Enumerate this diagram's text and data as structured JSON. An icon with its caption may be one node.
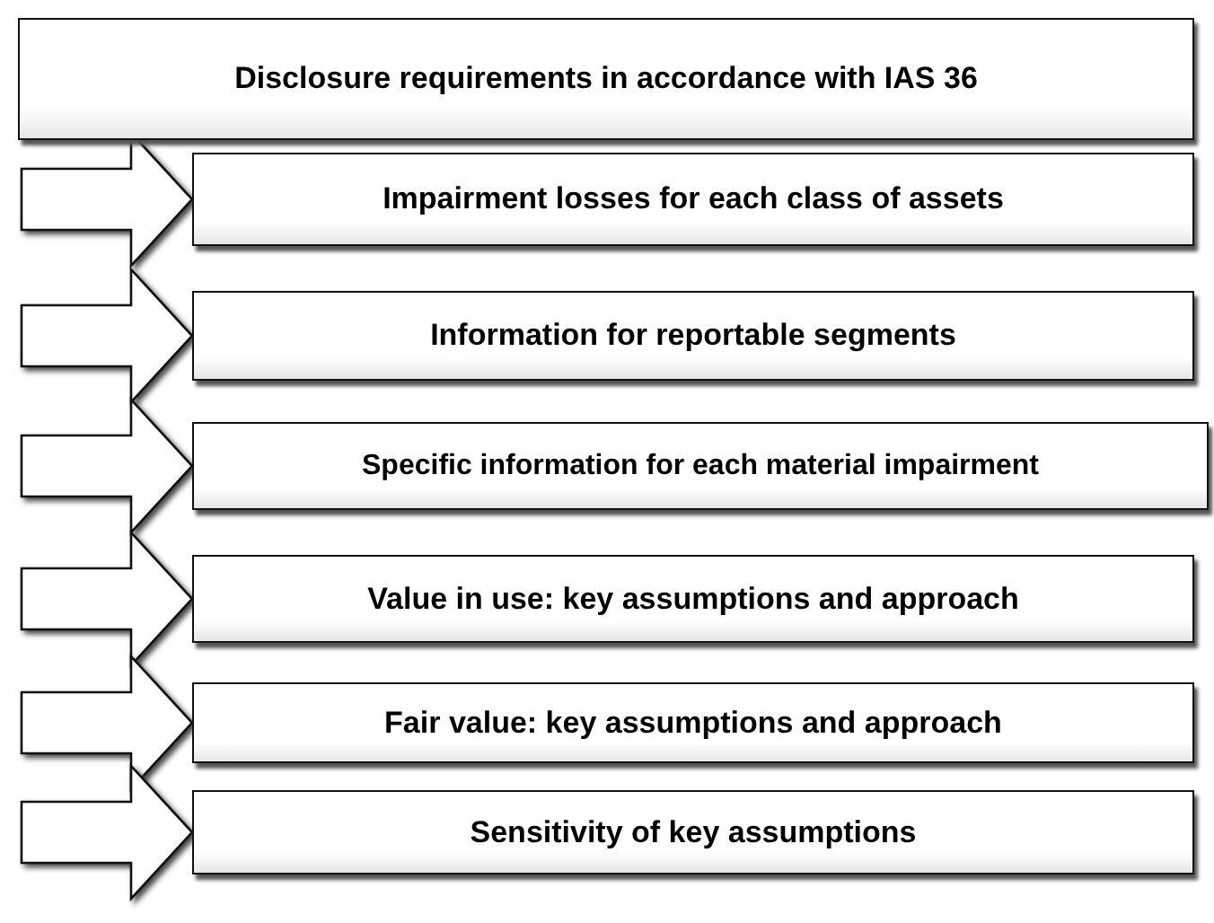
{
  "diagram": {
    "nodes": [
      {
        "text": [
          "Disclosure requirements in accordance with IAS 36"
        ]
      },
      {
        "text": [
          "Impairment losses for each class of assets"
        ]
      },
      {
        "text": [
          "Information for reportable segments"
        ]
      },
      {
        "text": [
          "Specific information for each material impairment"
        ]
      },
      {
        "text": [
          "Value in use: key assumptions and approach"
        ]
      },
      {
        "text": [
          "Fair value: key assumptions and approach"
        ]
      },
      {
        "text": [
          "Sensitivity of key assumptions"
        ]
      }
    ],
    "edges": [
      {
        "from": null,
        "to": 1,
        "arrow": "to"
      },
      {
        "from": null,
        "to": 2,
        "arrow": "to"
      },
      {
        "from": null,
        "to": 3,
        "arrow": "to"
      },
      {
        "from": null,
        "to": 4,
        "arrow": "to"
      },
      {
        "from": null,
        "to": 5,
        "arrow": "to"
      },
      {
        "from": null,
        "to": 6,
        "arrow": "to"
      }
    ]
  }
}
